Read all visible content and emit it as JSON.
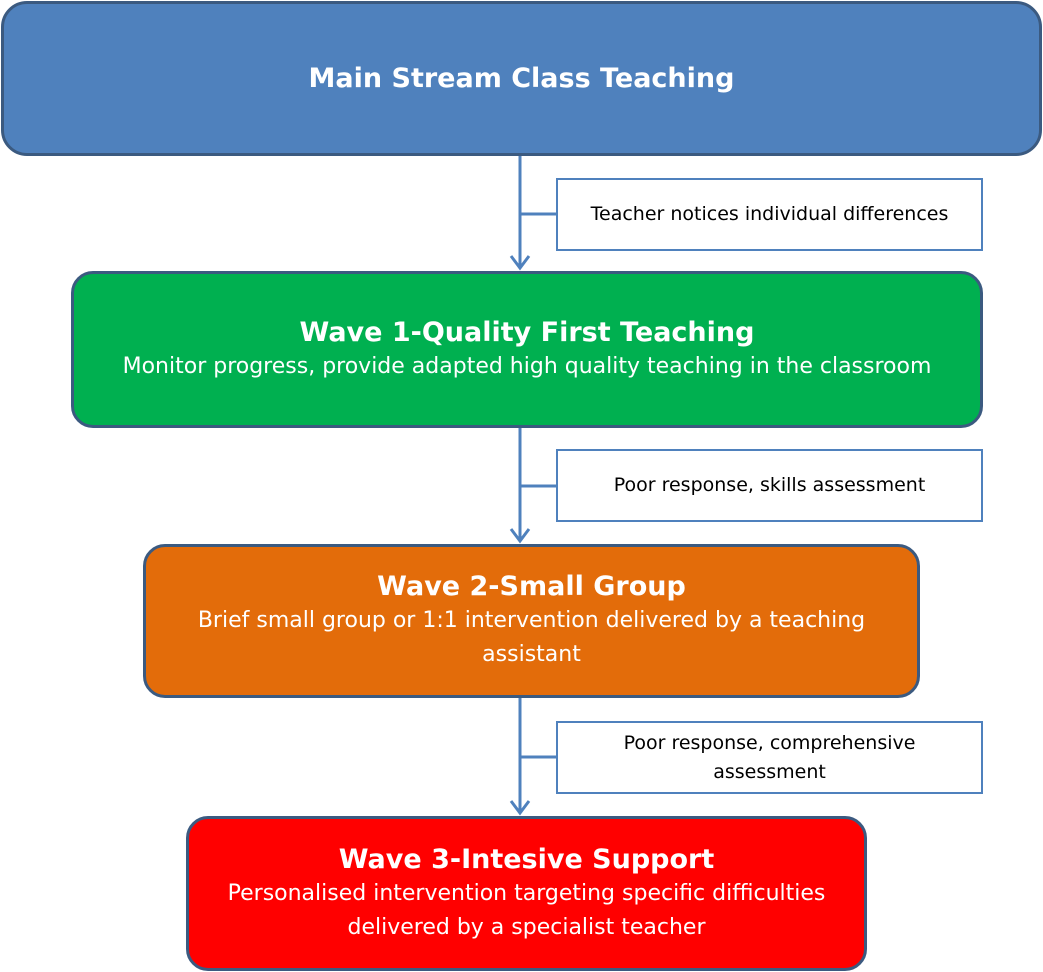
{
  "diagram": {
    "stages": [
      {
        "id": "main",
        "title": "Main Stream Class Teaching",
        "description": "",
        "color": "#4f81bd"
      },
      {
        "id": "wave1",
        "title": "Wave 1-Quality First Teaching",
        "description": "Monitor progress, provide adapted high quality teaching in the classroom",
        "color": "#00b050"
      },
      {
        "id": "wave2",
        "title": "Wave 2-Small Group",
        "description": "Brief small group or 1:1 intervention delivered by a teaching assistant",
        "color": "#e36c0a"
      },
      {
        "id": "wave3",
        "title": "Wave 3-Intesive Support",
        "description": "Personalised intervention targeting specific difficulties delivered by a specialist teacher",
        "color": "#ff0000"
      }
    ],
    "transitions": [
      {
        "from": "main",
        "to": "wave1",
        "label": "Teacher notices individual differences"
      },
      {
        "from": "wave1",
        "to": "wave2",
        "label": "Poor response, skills assessment"
      },
      {
        "from": "wave2",
        "to": "wave3",
        "label": "Poor response, comprehensive assessment"
      }
    ],
    "connector_color": "#4f81bd"
  }
}
